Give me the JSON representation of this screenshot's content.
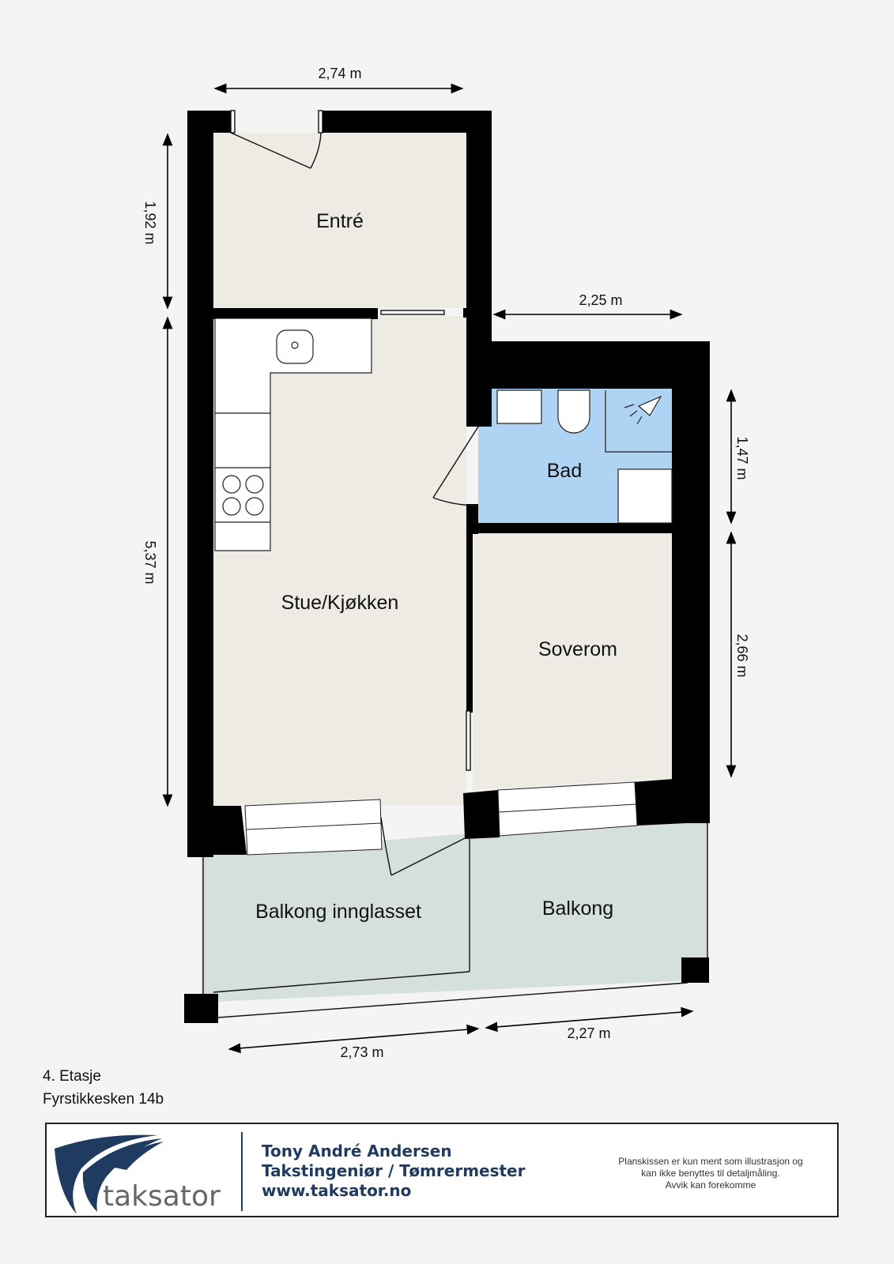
{
  "rooms": {
    "entre": "Entré",
    "stue_kjokken": "Stue/Kjøkken",
    "bad": "Bad",
    "soverom": "Soverom",
    "balkong_innglasset": "Balkong innglasset",
    "balkong": "Balkong"
  },
  "dimensions": {
    "top_width": "2,74 m",
    "entre_height": "1,92 m",
    "bad_width": "2,25 m",
    "stue_height": "5,37 m",
    "bad_height": "1,47 m",
    "soverom_height": "2,66 m",
    "balkong_innglasset_width": "2,73 m",
    "balkong_width": "2,27 m"
  },
  "floor_info": {
    "floor": "4. Etasje",
    "address": "Fyrstikkesken 14b"
  },
  "footer": {
    "logo_text": "taksator",
    "name": "Tony André Andersen",
    "title": "Takstingeniør / Tømrermester",
    "website": "www.taksator.no",
    "disclaimer_line1": "Planskissen er kun ment som illustrasjon og",
    "disclaimer_line2": "kan ikke benyttes til detaljmåling.",
    "disclaimer_line3": "Avvik kan forekomme"
  },
  "colors": {
    "wall": "#000000",
    "floor": "#eeebe4",
    "bath": "#afd3f2",
    "balcony": "#d5dfdb",
    "brand": "#1f3b60"
  }
}
